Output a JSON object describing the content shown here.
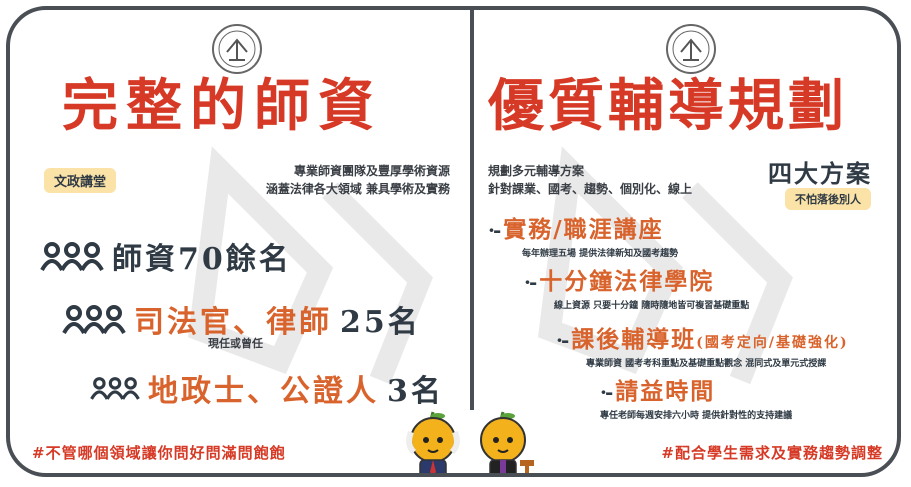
{
  "colors": {
    "red": "#d63a26",
    "orange": "#d9632c",
    "dark": "#2f3a44",
    "border": "#4a4f55",
    "pill": "#fbe3a7"
  },
  "left": {
    "logo_icon": "university-seal-icon",
    "title": "完整的師資",
    "tag": "文政講堂",
    "desc_line1": "專業師資團隊及豐厚學術資源",
    "desc_line2": "涵蓋法律各大領域 兼具學術及實務",
    "stats": [
      {
        "icon": "people-group-icon",
        "label": "師資70餘名"
      },
      {
        "icon": "people-group-icon",
        "label": "司法官、律師",
        "count": "25名",
        "note": "現任或曾任"
      },
      {
        "icon": "people-group-icon",
        "label": "地政士、公證人",
        "count": "3名"
      }
    ],
    "hashtag": "#不管哪個領域讓你問好問滿問飽飽"
  },
  "right": {
    "logo_icon": "university-seal-icon",
    "title": "優質輔導規劃",
    "desc_line1": "規劃多元輔導方案",
    "desc_line2": "針對課業、國考、趨勢、個別化、線上",
    "plans_title": "四大方案",
    "plans_tag": "不怕落後別人",
    "plans": [
      {
        "title": "實務/職涯講座",
        "desc": "每年辦理五場 提供法律新知及國考趨勢"
      },
      {
        "title": "十分鐘法律學院",
        "desc": "線上資源 只要十分鐘 隨時隨地皆可複習基礎重點"
      },
      {
        "title": "課後輔導班",
        "suffix": "(國考定向/基礎強化)",
        "desc": "專業師資 國考考科重點及基礎重點觀念 混同式及單元式授課"
      },
      {
        "title": "請益時間",
        "desc": "專任老師每週安排六小時 提供針對性的支持建議"
      }
    ],
    "bullet": "·-",
    "hashtag": "#配合學生需求及實務趨勢調整"
  },
  "mascots": [
    "orange-mascot-lawyer-icon",
    "orange-mascot-judge-icon"
  ]
}
